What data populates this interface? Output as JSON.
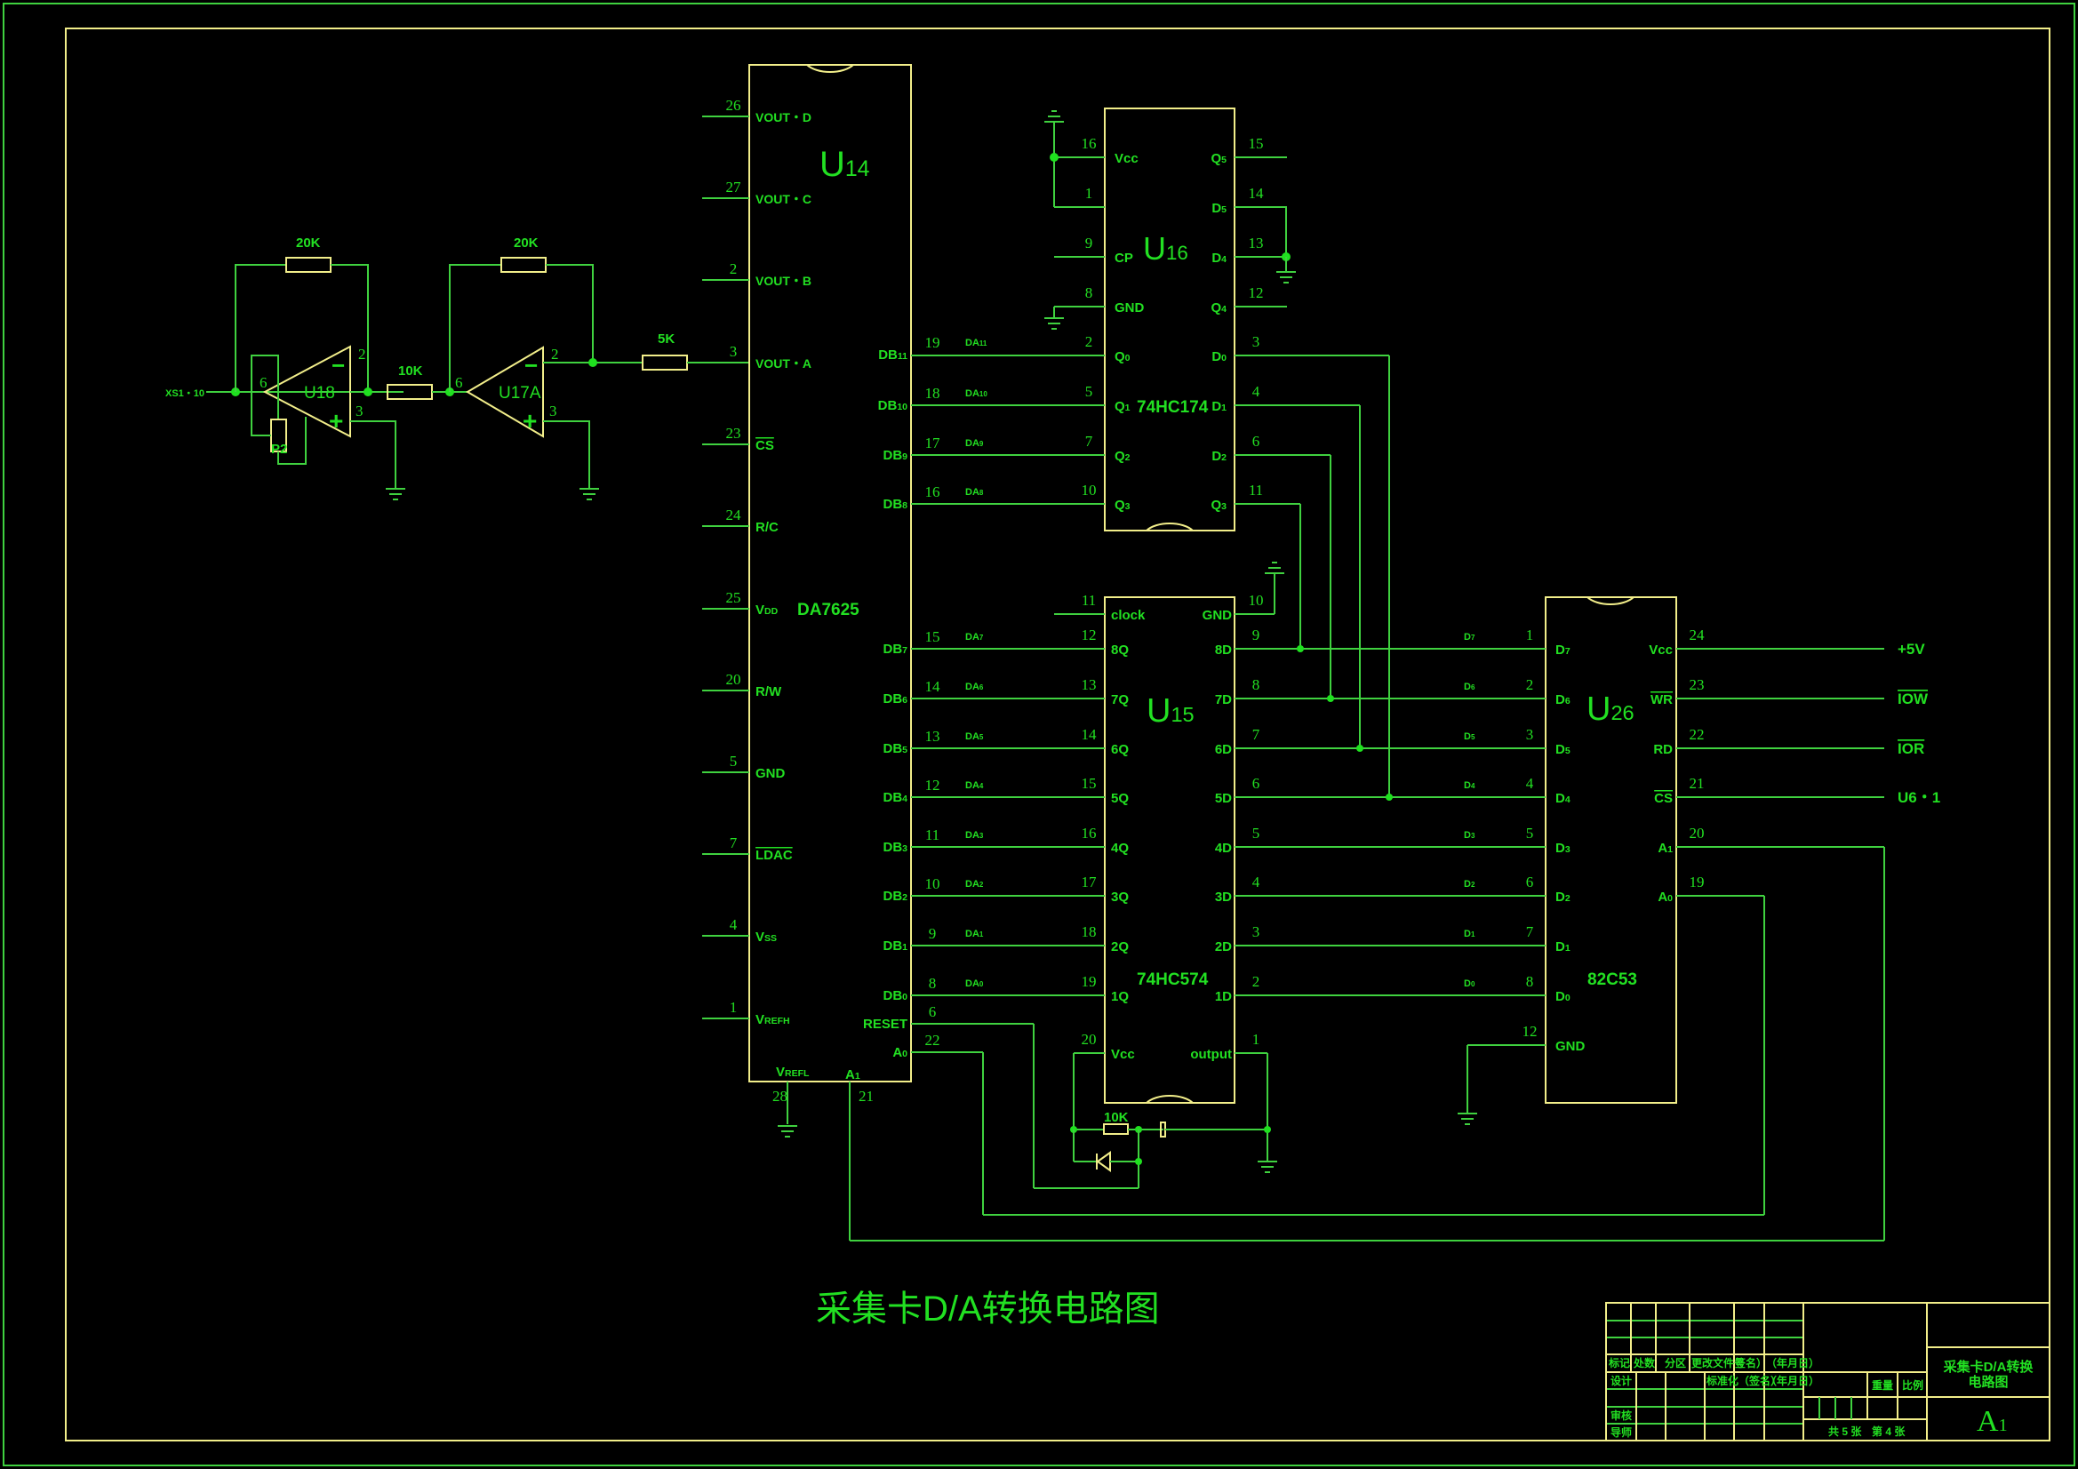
{
  "drawing": {
    "title": "采集卡D/A转换电路图",
    "colors": {
      "wire": "#3fd13f",
      "outline": "#f2ee8a",
      "text": "#22e022",
      "background": "#000000"
    }
  },
  "input_stage": {
    "input_label": "XS1・10",
    "op_amp_1": {
      "ref": "U18",
      "pins": {
        "inv": "2",
        "noninv": "3",
        "out": "6"
      }
    },
    "op_amp_2": {
      "ref": "U17A",
      "pins": {
        "inv": "2",
        "noninv": "3",
        "out": "6"
      }
    },
    "pot": "P2",
    "r_feedback_1": "20K",
    "r_feedback_2": "20K",
    "r_series": "10K",
    "r_out": "5K"
  },
  "u14": {
    "ref": "U14",
    "part": "DA7625",
    "left_pins": [
      {
        "num": "26",
        "name": "VOUT・D"
      },
      {
        "num": "27",
        "name": "VOUT・C"
      },
      {
        "num": "2",
        "name": "VOUT・B"
      },
      {
        "num": "3",
        "name": "VOUT・A"
      },
      {
        "num": "23",
        "name": "CS"
      },
      {
        "num": "24",
        "name": "R/C"
      },
      {
        "num": "25",
        "name": "VDD"
      },
      {
        "num": "20",
        "name": "R/W"
      },
      {
        "num": "5",
        "name": "GND"
      },
      {
        "num": "7",
        "name": "LDAC"
      },
      {
        "num": "4",
        "name": "VSS"
      },
      {
        "num": "1",
        "name": "VREFH"
      }
    ],
    "right_pins": [
      {
        "num": "19",
        "name": "DB11",
        "net": "DA11"
      },
      {
        "num": "18",
        "name": "DB10",
        "net": "DA10"
      },
      {
        "num": "17",
        "name": "DB9",
        "net": "DA9"
      },
      {
        "num": "16",
        "name": "DB8",
        "net": "DA8"
      },
      {
        "num": "15",
        "name": "DB7",
        "net": "DA7"
      },
      {
        "num": "14",
        "name": "DB6",
        "net": "DA6"
      },
      {
        "num": "13",
        "name": "DB5",
        "net": "DA5"
      },
      {
        "num": "12",
        "name": "DB4",
        "net": "DA4"
      },
      {
        "num": "11",
        "name": "DB3",
        "net": "DA3"
      },
      {
        "num": "10",
        "name": "DB2",
        "net": "DA2"
      },
      {
        "num": "9",
        "name": "DB1",
        "net": "DA1"
      },
      {
        "num": "8",
        "name": "DB0",
        "net": "DA0"
      },
      {
        "num": "6",
        "name": "RESET",
        "net": ""
      },
      {
        "num": "22",
        "name": "A0",
        "net": ""
      }
    ],
    "bottom_pins": [
      {
        "num": "28",
        "name": "VREFL"
      },
      {
        "num": "21",
        "name": "A1"
      }
    ]
  },
  "u16": {
    "ref": "U16",
    "part": "74HC174",
    "left_pins": [
      {
        "num": "16",
        "name": "Vcc"
      },
      {
        "num": "1",
        "name": ""
      },
      {
        "num": "9",
        "name": "CP"
      },
      {
        "num": "8",
        "name": "GND"
      },
      {
        "num": "2",
        "name": "Q0"
      },
      {
        "num": "5",
        "name": "Q1"
      },
      {
        "num": "7",
        "name": "Q2"
      },
      {
        "num": "10",
        "name": "Q3"
      }
    ],
    "right_pins": [
      {
        "num": "15",
        "name": "Q5"
      },
      {
        "num": "14",
        "name": "D5"
      },
      {
        "num": "13",
        "name": "D4"
      },
      {
        "num": "12",
        "name": "Q4"
      },
      {
        "num": "3",
        "name": "D0"
      },
      {
        "num": "4",
        "name": "D1"
      },
      {
        "num": "6",
        "name": "D2"
      },
      {
        "num": "11",
        "name": "Q3"
      }
    ]
  },
  "u15": {
    "ref": "U15",
    "part": "74HC574",
    "left_pins": [
      {
        "num": "11",
        "name": "clock"
      },
      {
        "num": "12",
        "name": "8Q"
      },
      {
        "num": "13",
        "name": "7Q"
      },
      {
        "num": "14",
        "name": "6Q"
      },
      {
        "num": "15",
        "name": "5Q"
      },
      {
        "num": "16",
        "name": "4Q"
      },
      {
        "num": "17",
        "name": "3Q"
      },
      {
        "num": "18",
        "name": "2Q"
      },
      {
        "num": "19",
        "name": "1Q"
      },
      {
        "num": "20",
        "name": "Vcc"
      }
    ],
    "right_pins": [
      {
        "num": "10",
        "name": "GND"
      },
      {
        "num": "9",
        "name": "8D"
      },
      {
        "num": "8",
        "name": "7D"
      },
      {
        "num": "7",
        "name": "6D"
      },
      {
        "num": "6",
        "name": "5D"
      },
      {
        "num": "5",
        "name": "4D"
      },
      {
        "num": "4",
        "name": "3D"
      },
      {
        "num": "3",
        "name": "2D"
      },
      {
        "num": "2",
        "name": "1D"
      },
      {
        "num": "1",
        "name": "output"
      }
    ],
    "rc_resistor": "10K"
  },
  "u26": {
    "ref": "U26",
    "part": "82C53",
    "left_pins": [
      {
        "num": "1",
        "name": "D7",
        "net": "D7"
      },
      {
        "num": "2",
        "name": "D6",
        "net": "D6"
      },
      {
        "num": "3",
        "name": "D5",
        "net": "D5"
      },
      {
        "num": "4",
        "name": "D4",
        "net": "D4"
      },
      {
        "num": "5",
        "name": "D3",
        "net": "D3"
      },
      {
        "num": "6",
        "name": "D2",
        "net": "D2"
      },
      {
        "num": "7",
        "name": "D1",
        "net": "D1"
      },
      {
        "num": "8",
        "name": "D0",
        "net": "D0"
      },
      {
        "num": "12",
        "name": "GND",
        "net": ""
      }
    ],
    "right_pins": [
      {
        "num": "24",
        "name": "Vcc",
        "signal": "+5V"
      },
      {
        "num": "23",
        "name": "WR",
        "signal": "IOW"
      },
      {
        "num": "22",
        "name": "RD",
        "signal": "IOR"
      },
      {
        "num": "21",
        "name": "CS",
        "signal": "U6・1"
      },
      {
        "num": "20",
        "name": "A1",
        "signal": ""
      },
      {
        "num": "19",
        "name": "A0",
        "signal": ""
      }
    ]
  },
  "title_block": {
    "row_labels": [
      "标记",
      "处数",
      "分区",
      "更改文件号",
      "签名）",
      "（年月日）"
    ],
    "design": "设计",
    "standardize": "标准化（签名）",
    "date": "（年月日）",
    "review": "审核",
    "advisor": "导师",
    "weight": "重量",
    "scale": "比例",
    "sheets": "共 5 张",
    "sheet_no": "第 4 张",
    "drawing_name_line1": "采集卡D/A转换",
    "drawing_name_line2": "电路图",
    "size": "A1"
  }
}
